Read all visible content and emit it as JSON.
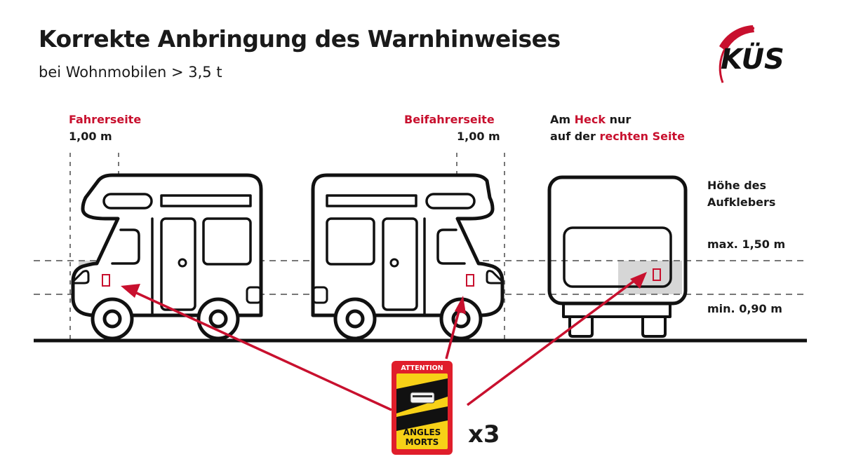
{
  "header": {
    "title": "Korrekte Anbringung des Warnhinweises",
    "subtitle": "bei Wohnmobilen > 3,5 t"
  },
  "logo": {
    "text": "KÜS",
    "accent_color": "#c8102e"
  },
  "labels": {
    "driver_side": {
      "title": "Fahrerseite",
      "distance": "1,00 m"
    },
    "passenger_side": {
      "title": "Beifahrerseite",
      "distance": "1,00 m"
    },
    "rear": {
      "line1_prefix": "Am ",
      "line1_highlight": "Heck",
      "line1_suffix": " nur",
      "line2_prefix": "auf der ",
      "line2_highlight": "rechten Seite"
    },
    "height": {
      "title_line1": "Höhe des",
      "title_line2": "Aufklebers",
      "max": "max. 1,50 m",
      "min": "min. 0,90 m"
    }
  },
  "sticker": {
    "header": "ATTENTION",
    "line1": "ANGLES",
    "line2": "MORTS",
    "count": "x3"
  },
  "colors": {
    "accent": "#c8102e",
    "sticker_yellow": "#f7d117",
    "zone_gray": "#d6d6d6",
    "outline": "#111111"
  }
}
